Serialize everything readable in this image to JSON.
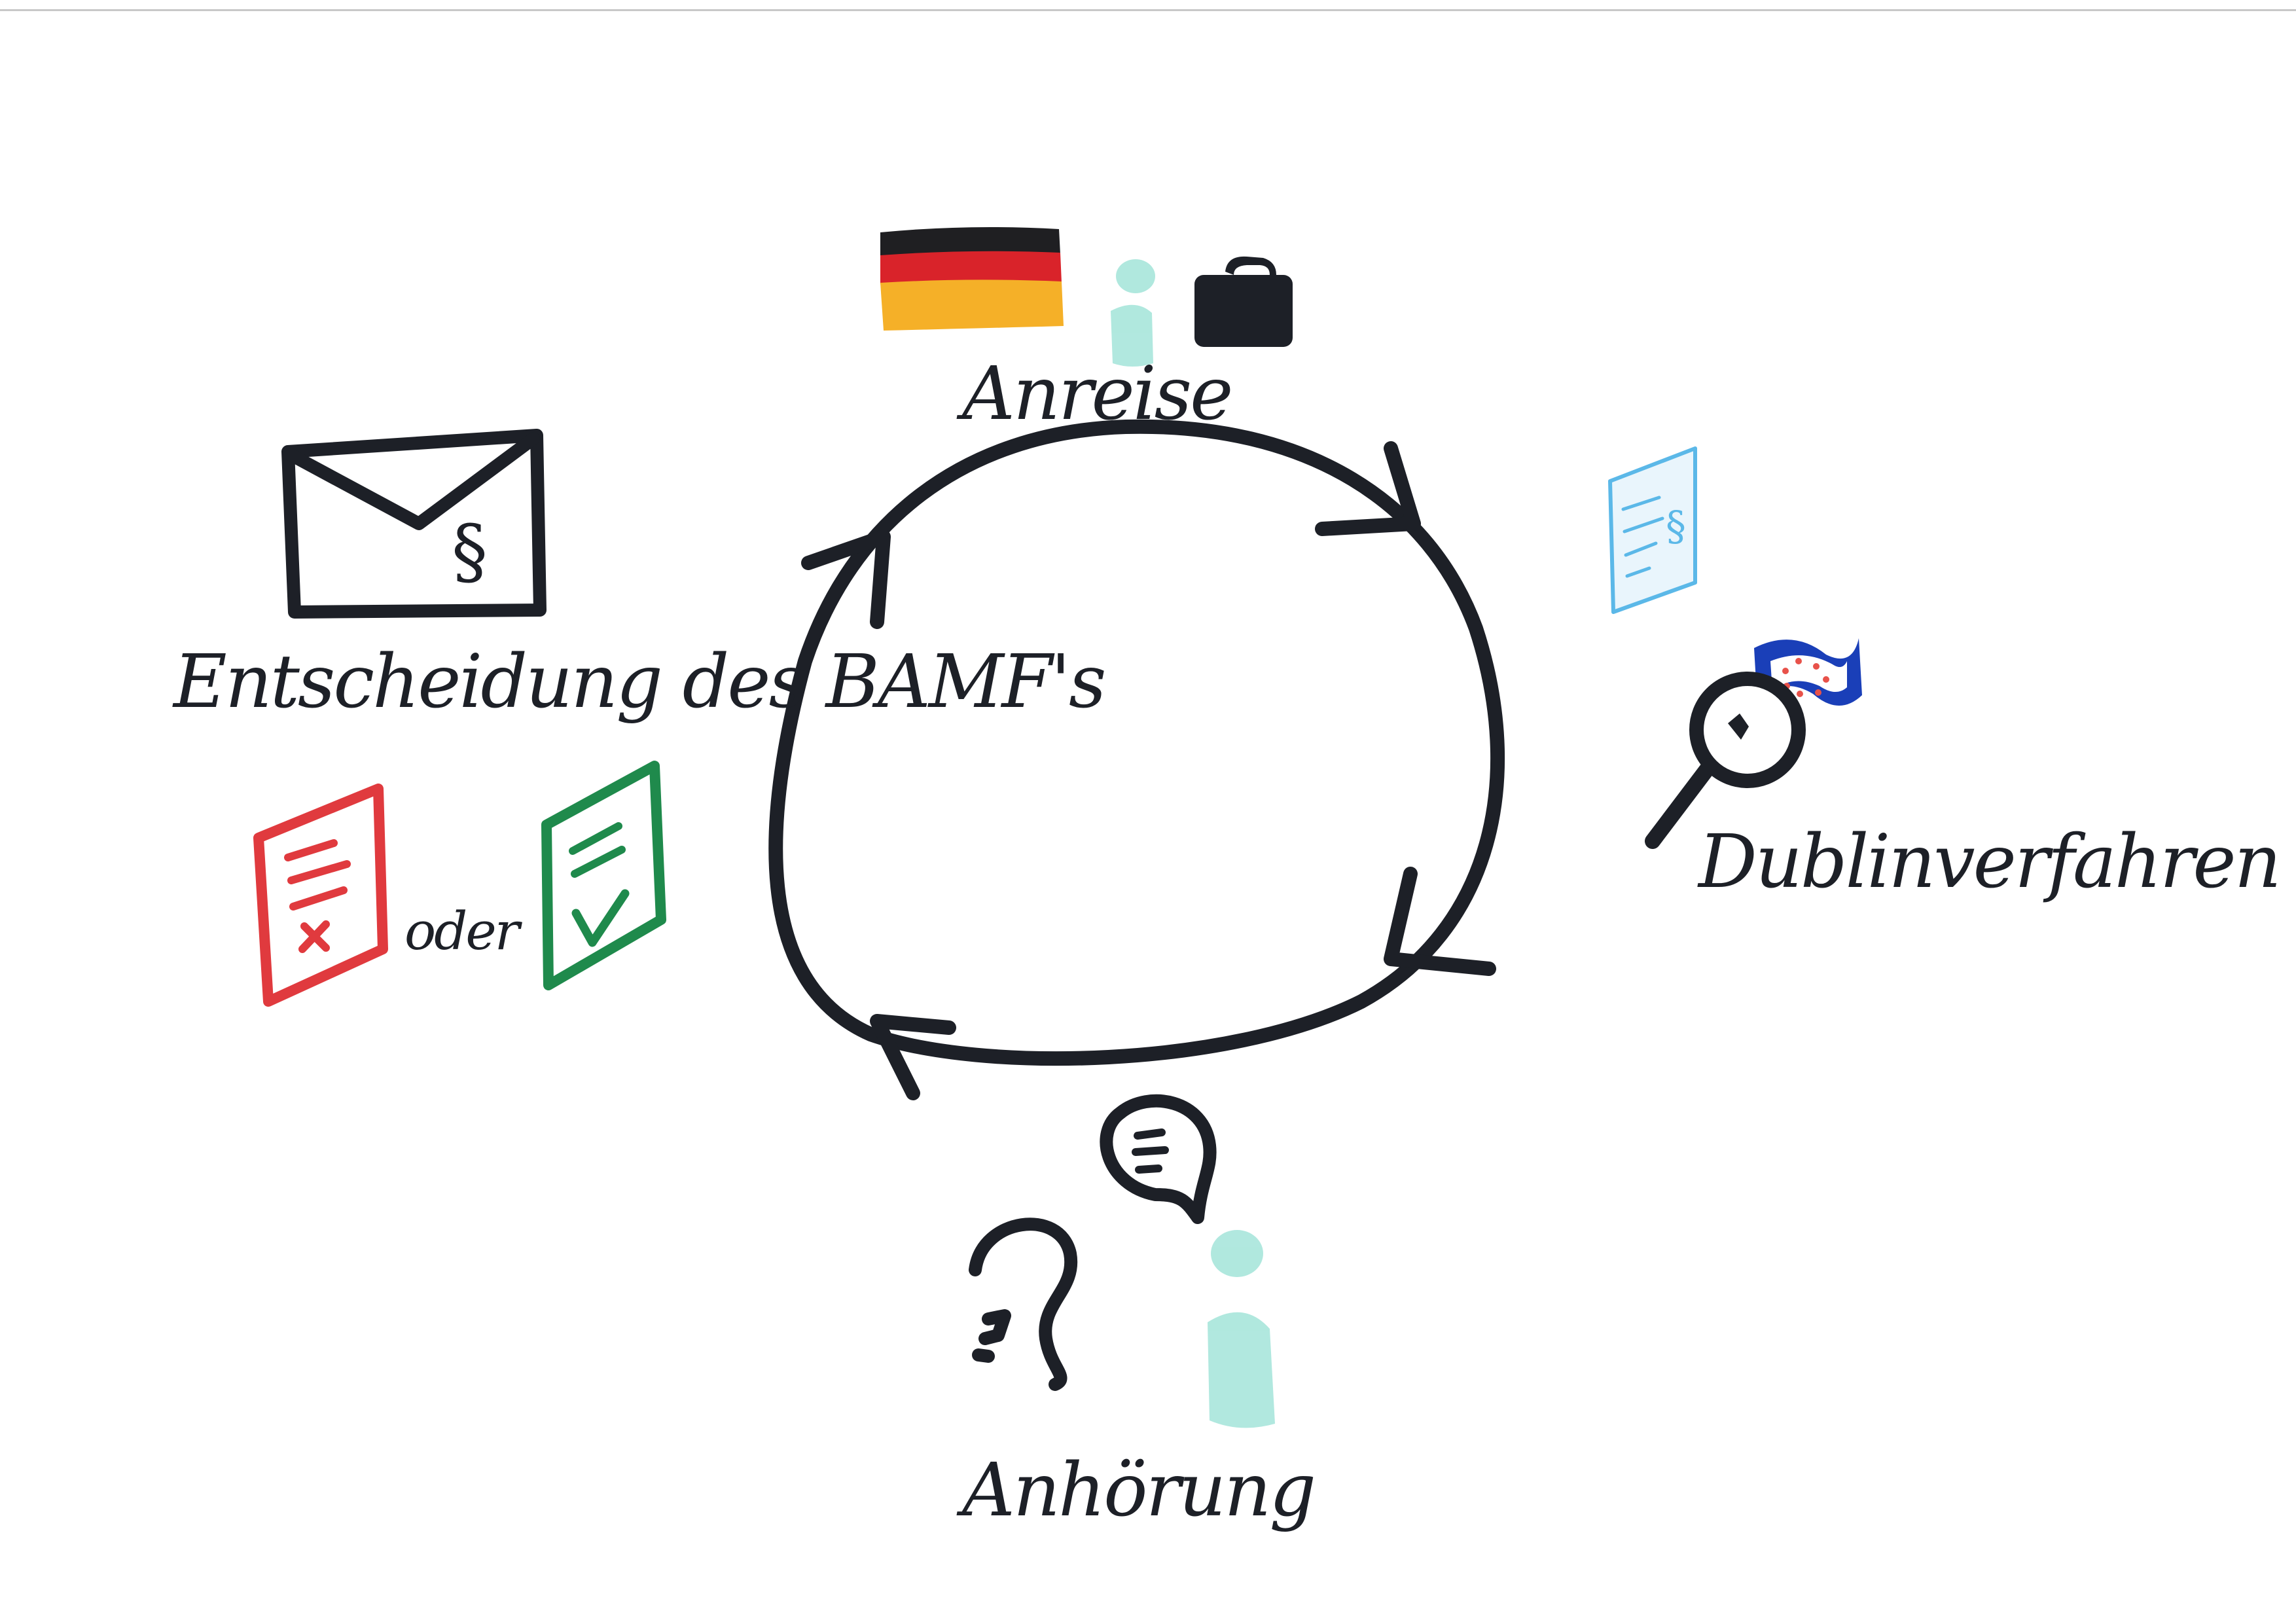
{
  "diagram": {
    "stages": {
      "arrival": {
        "label": "Anreise"
      },
      "dublin": {
        "label": "Dublinverfahren"
      },
      "hearing": {
        "label": "Anhörung"
      },
      "decision": {
        "label": "Entscheidung des BAMF's"
      }
    },
    "connector": {
      "label": "oder"
    },
    "paragraph_symbol": "§",
    "outcomes": {
      "rejection": {
        "mark": "x"
      },
      "approval": {
        "mark": "check"
      }
    }
  },
  "colors": {
    "ink": "#1d2027",
    "flag_black": "#1f1f22",
    "flag_red": "#d9232a",
    "flag_gold": "#f5b028",
    "person_mint": "#a8e6db",
    "document_light_blue": "#5bb8e8",
    "eu_blue": "#1a3fb8",
    "eu_stars": "#e8524a",
    "rejection_red": "#e03a3e",
    "approval_green": "#1f8a4c"
  }
}
